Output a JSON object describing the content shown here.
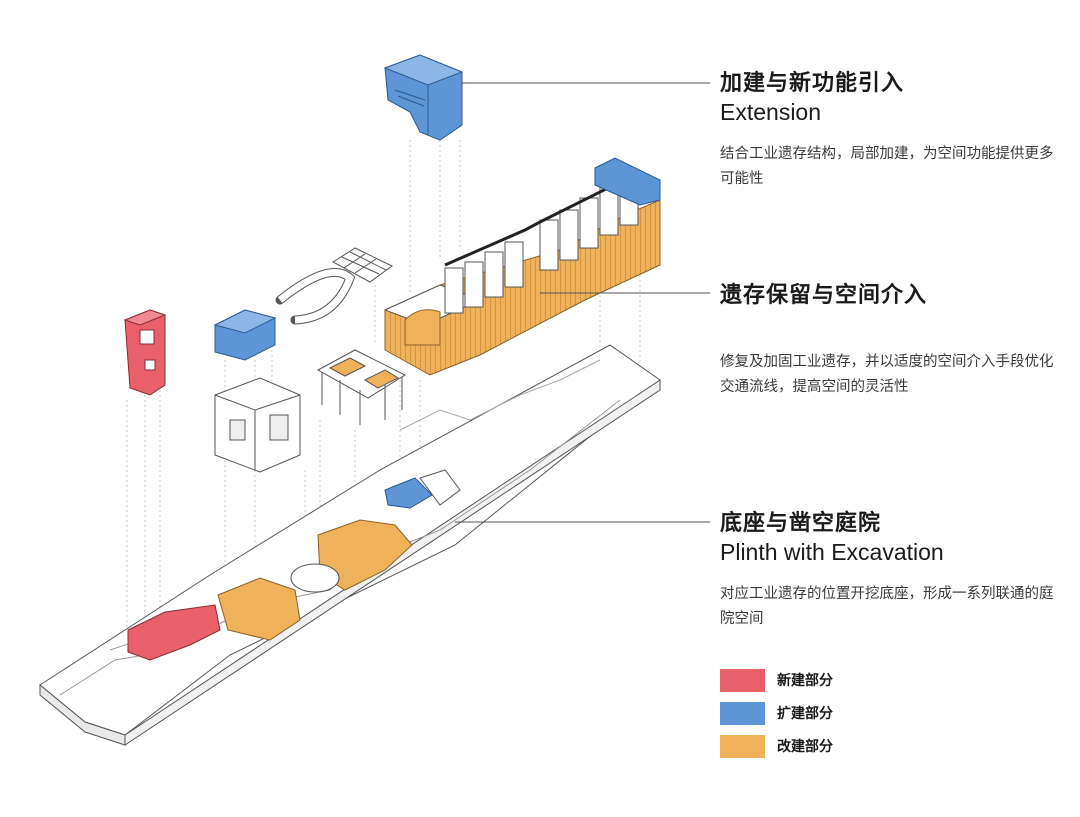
{
  "colors": {
    "new": "#e8606a",
    "extension": "#5e95d6",
    "renovation": "#f0b15b",
    "line": "#444444"
  },
  "labels": [
    {
      "title_cn": "加建与新功能引入",
      "title_en": "Extension",
      "desc": "结合工业遗存结构，局部加建，为空间功能提供更多可能性"
    },
    {
      "title_cn": "遗存保留与空间介入",
      "title_en": "",
      "desc": "修复及加固工业遗存，并以适度的空间介入手段优化交通流线，提高空间的灵活性"
    },
    {
      "title_cn": "底座与凿空庭院",
      "title_en": "Plinth with Excavation",
      "desc": "对应工业遗存的位置开挖底座，形成一系列联通的庭院空间"
    }
  ],
  "legend": [
    {
      "label": "新建部分",
      "color": "#e8606a"
    },
    {
      "label": "扩建部分",
      "color": "#5e95d6"
    },
    {
      "label": "改建部分",
      "color": "#f0b15b"
    }
  ]
}
